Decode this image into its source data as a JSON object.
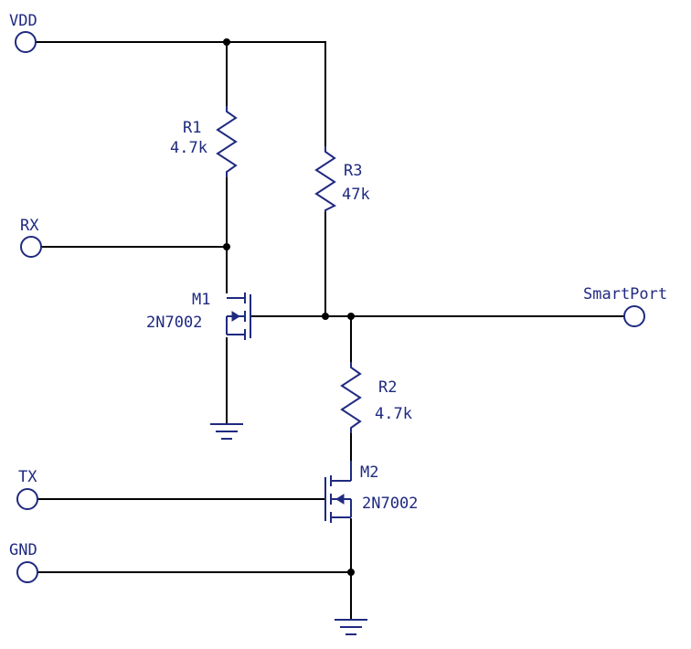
{
  "ports": {
    "vdd": "VDD",
    "rx": "RX",
    "tx": "TX",
    "gnd": "GND",
    "smartport": "SmartPort"
  },
  "components": {
    "r1": {
      "ref": "R1",
      "value": "4.7k"
    },
    "r2": {
      "ref": "R2",
      "value": "4.7k"
    },
    "r3": {
      "ref": "R3",
      "value": "47k"
    },
    "m1": {
      "ref": "M1",
      "value": "2N7002"
    },
    "m2": {
      "ref": "M2",
      "value": "2N7002"
    }
  },
  "colors": {
    "wire": "#000000",
    "symbol": "#1f2a80"
  }
}
